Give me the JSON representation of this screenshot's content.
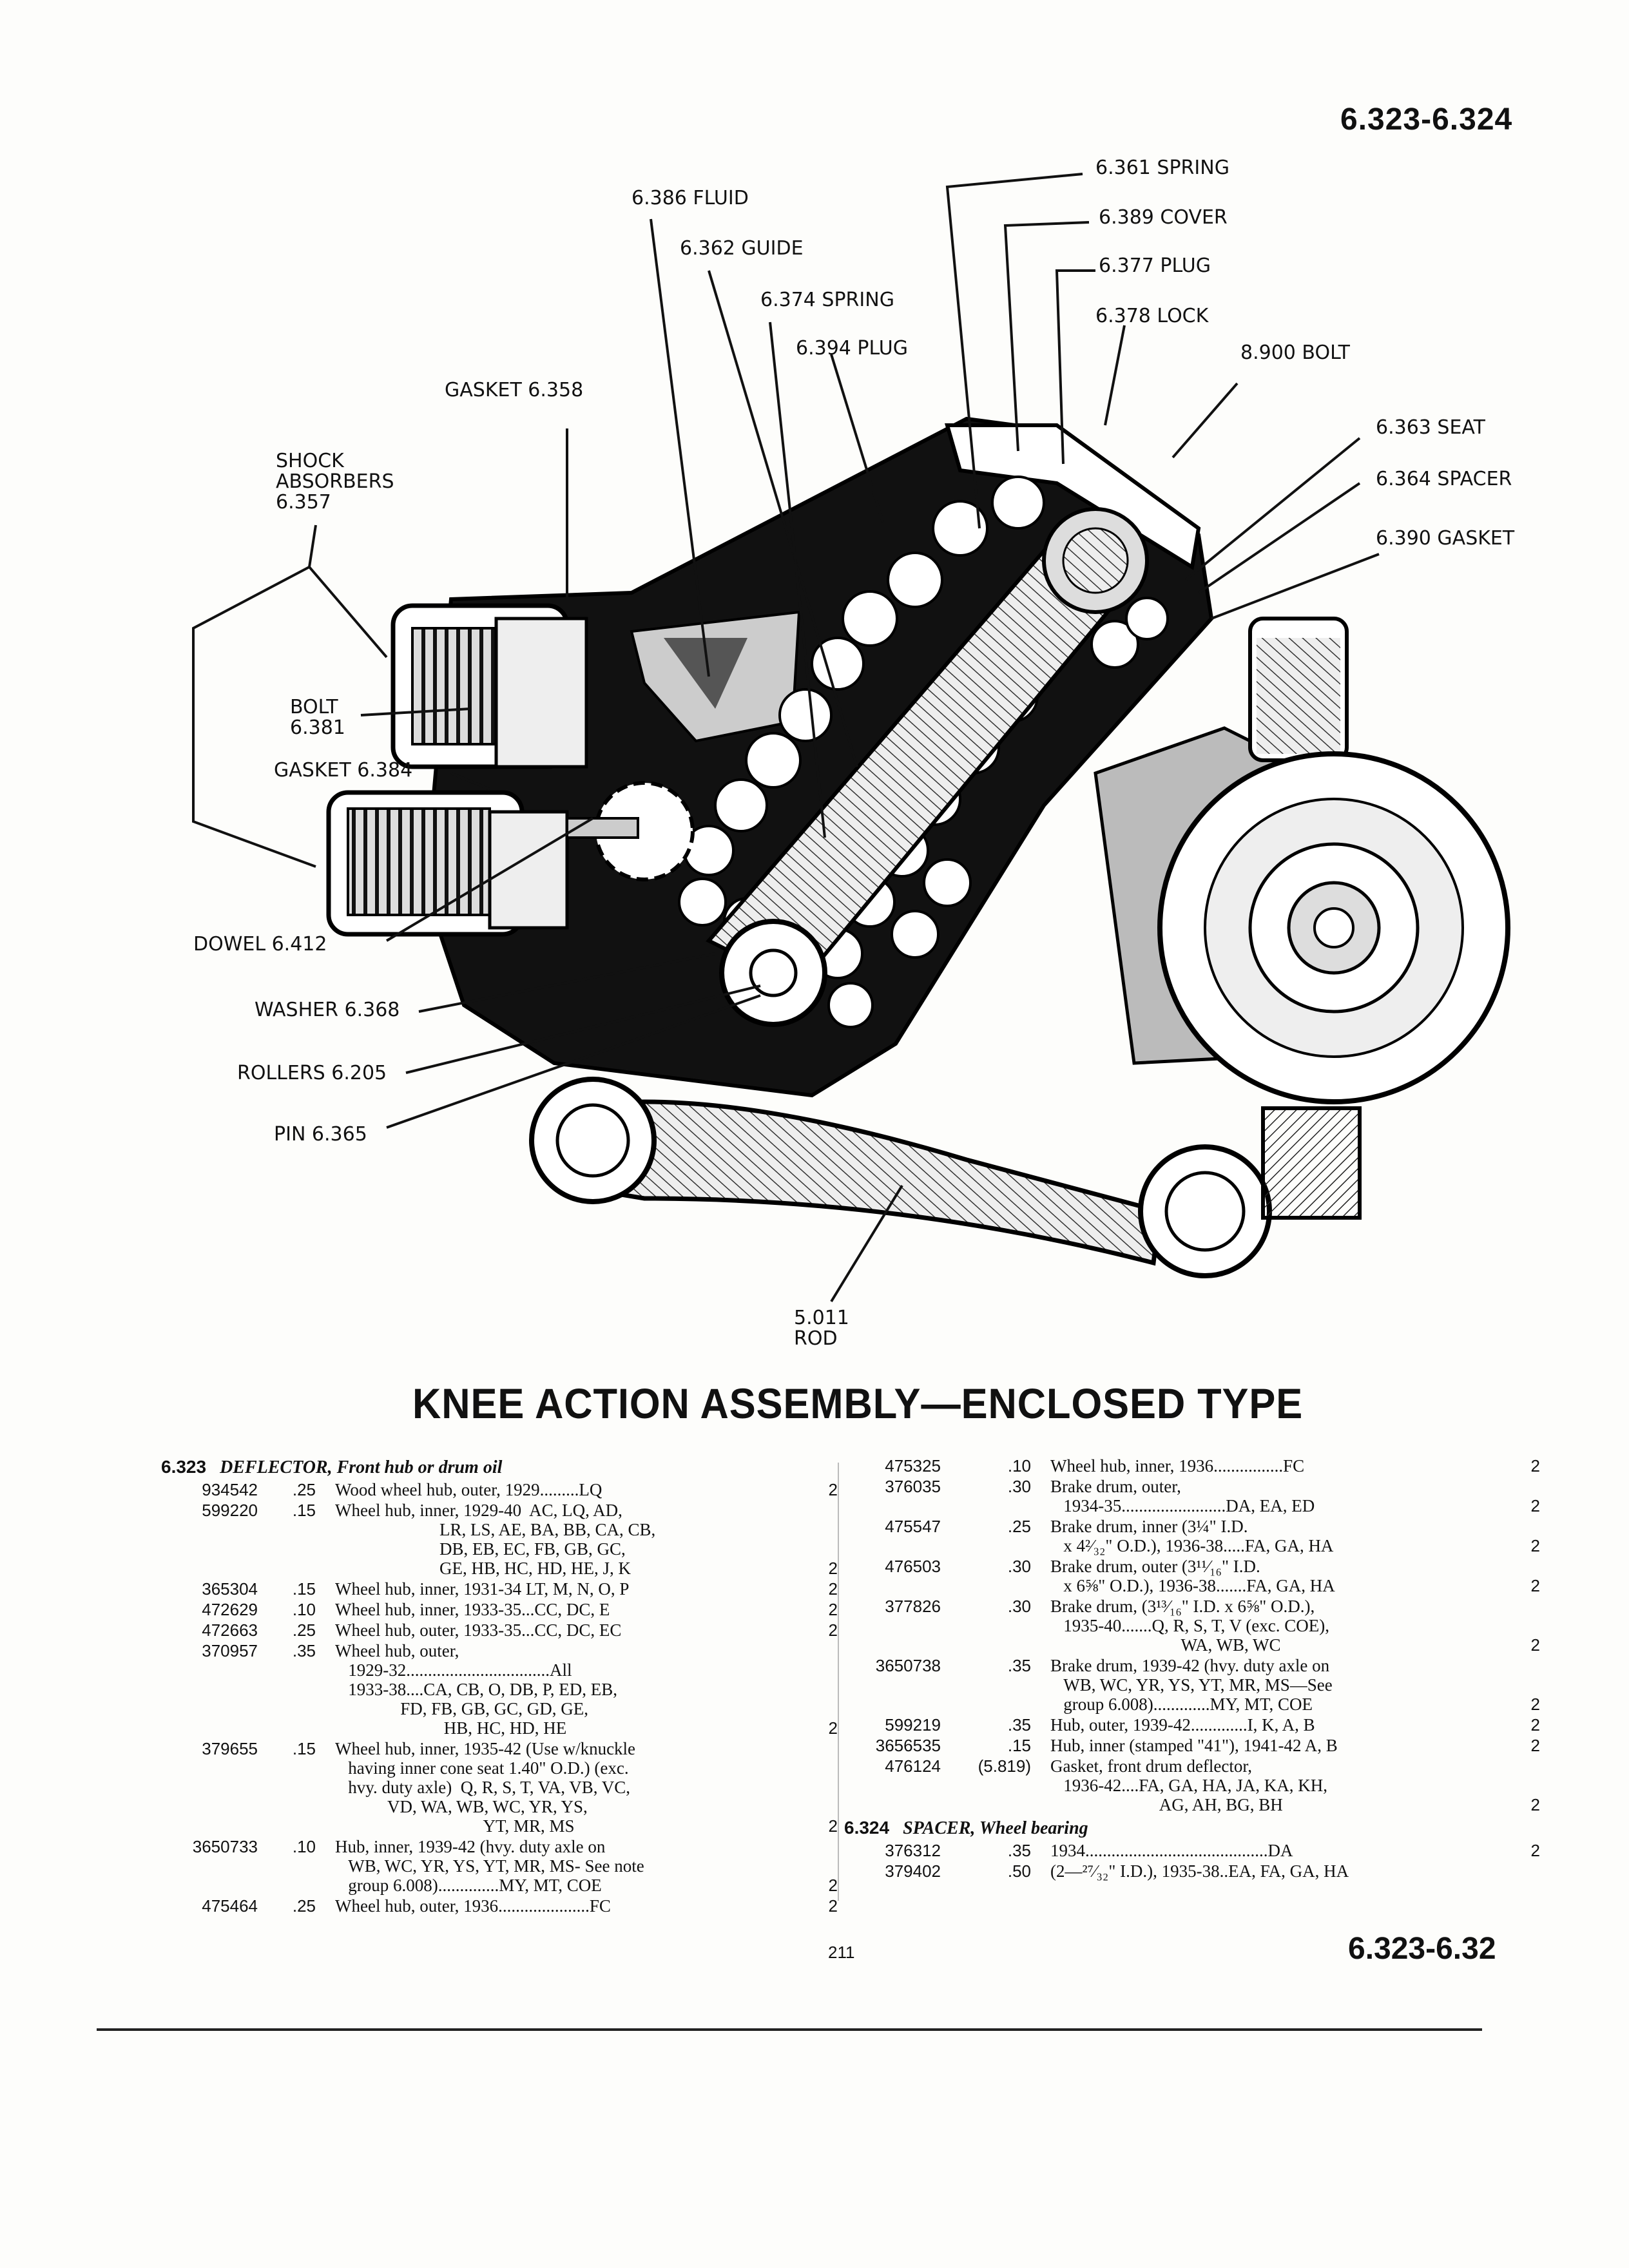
{
  "header": {
    "page_ref": "6.323-6.324"
  },
  "callouts": [
    {
      "id": "fluid",
      "text": "6.386 FLUID"
    },
    {
      "id": "guide",
      "text": "6.362 GUIDE"
    },
    {
      "id": "spring374",
      "text": "6.374 SPRING"
    },
    {
      "id": "plug394",
      "text": "6.394 PLUG"
    },
    {
      "id": "spring361",
      "text": "6.361 SPRING"
    },
    {
      "id": "cover",
      "text": "6.389 COVER"
    },
    {
      "id": "plug377",
      "text": "6.377 PLUG"
    },
    {
      "id": "lock",
      "text": "6.378 LOCK"
    },
    {
      "id": "bolt900",
      "text": "8.900 BOLT"
    },
    {
      "id": "seat",
      "text": "6.363 SEAT"
    },
    {
      "id": "spacer",
      "text": "6.364 SPACER"
    },
    {
      "id": "gasket390",
      "text": "6.390 GASKET"
    },
    {
      "id": "gasket358",
      "text": "GASKET 6.358"
    },
    {
      "id": "shock",
      "text": "SHOCK\nABSORBERS\n6.357"
    },
    {
      "id": "bolt381",
      "text": "BOLT\n6.381"
    },
    {
      "id": "gasket384",
      "text": "GASKET 6.384"
    },
    {
      "id": "dowel",
      "text": "DOWEL 6.412"
    },
    {
      "id": "washer",
      "text": "WASHER 6.368"
    },
    {
      "id": "rollers",
      "text": "ROLLERS 6.205"
    },
    {
      "id": "pin",
      "text": "PIN 6.365"
    },
    {
      "id": "rod",
      "text": "5.011\nROD"
    }
  ],
  "title": "KNEE ACTION ASSEMBLY—ENCLOSED TYPE",
  "sections": {
    "s6323": {
      "num": "6.323",
      "name": "DEFLECTOR, Front hub or drum oil"
    },
    "s6324": {
      "num": "6.324",
      "name": "SPACER, Wheel bearing"
    }
  },
  "left_rows": [
    {
      "pn": "934542",
      "price": ".25",
      "desc": "Wood wheel hub, outer, 1929.........LQ",
      "qty": "2"
    },
    {
      "pn": "599220",
      "price": ".15",
      "desc": "Wheel hub, inner, 1929-40  AC, LQ, AD,\n                        LR, LS, AE, BA, BB, CA, CB,\n                        DB, EB, EC, FB, GB, GC,\n                        GE, HB, HC, HD, HE, J, K",
      "qty": "2"
    },
    {
      "pn": "365304",
      "price": ".15",
      "desc": "Wheel hub, inner, 1931-34 LT, M, N, O, P",
      "qty": "2"
    },
    {
      "pn": "472629",
      "price": ".10",
      "desc": "Wheel hub, inner, 1933-35...CC, DC, E",
      "qty": "2"
    },
    {
      "pn": "472663",
      "price": ".25",
      "desc": "Wheel hub, outer, 1933-35...CC, DC, EC",
      "qty": "2"
    },
    {
      "pn": "370957",
      "price": ".35",
      "desc": "Wheel hub, outer,\n   1929-32.................................All\n   1933-38....CA, CB, O, DB, P, ED, EB,\n               FD, FB, GB, GC, GD, GE,\n                         HB, HC, HD, HE",
      "qty": "2"
    },
    {
      "pn": "379655",
      "price": ".15",
      "desc": "Wheel hub, inner, 1935-42 (Use w/knuckle\n   having inner cone seat 1.40\" O.D.) (exc.\n   hvy. duty axle)  Q, R, S, T, VA, VB, VC,\n            VD, WA, WB, WC, YR, YS,\n                                  YT, MR, MS",
      "qty": "2"
    },
    {
      "pn": "3650733",
      "price": ".10",
      "desc": "Hub, inner, 1939-42 (hvy. duty axle on\n   WB, WC, YR, YS, YT, MR, MS- See note\n   group 6.008)..............MY, MT, COE",
      "qty": "2"
    },
    {
      "pn": "475464",
      "price": ".25",
      "desc": "Wheel hub, outer, 1936.....................FC",
      "qty": "2"
    }
  ],
  "right_rows_a": [
    {
      "pn": "475325",
      "price": ".10",
      "desc": "Wheel hub, inner, 1936................FC",
      "qty": "2"
    },
    {
      "pn": "376035",
      "price": ".30",
      "desc": "Brake drum, outer,\n   1934-35........................DA, EA, ED",
      "qty": "2"
    },
    {
      "pn": "475547",
      "price": ".25",
      "desc": "Brake drum, inner (3¼\" I.D.\n   x 4²⁄₃₂\" O.D.), 1936-38.....FA, GA, HA",
      "qty": "2"
    },
    {
      "pn": "476503",
      "price": ".30",
      "desc": "Brake drum, outer (3¹¹⁄₁₆\" I.D.\n   x 6⅝\" O.D.), 1936-38.......FA, GA, HA",
      "qty": "2"
    },
    {
      "pn": "377826",
      "price": ".30",
      "desc": "Brake drum, (3¹³⁄₁₆\" I.D. x 6⅝\" O.D.),\n   1935-40.......Q, R, S, T, V (exc. COE),\n                              WA, WB, WC",
      "qty": "2"
    },
    {
      "pn": "3650738",
      "price": ".35",
      "desc": "Brake drum, 1939-42 (hvy. duty axle on\n   WB, WC, YR, YS, YT, MR, MS—See\n   group 6.008).............MY, MT, COE",
      "qty": "2"
    },
    {
      "pn": "599219",
      "price": ".35",
      "desc": "Hub, outer, 1939-42.............I, K, A, B",
      "qty": "2"
    },
    {
      "pn": "3656535",
      "price": ".15",
      "desc": "Hub, inner (stamped \"41\"), 1941-42 A, B",
      "qty": "2"
    },
    {
      "pn": "476124",
      "price": "(5.819)",
      "desc": "Gasket, front drum deflector,\n   1936-42....FA, GA, HA, JA, KA, KH,\n                         AG, AH, BG, BH",
      "qty": "2"
    }
  ],
  "right_rows_b": [
    {
      "pn": "376312",
      "price": ".35",
      "desc": "1934..........................................DA",
      "qty": "2"
    },
    {
      "pn": "379402",
      "price": ".50",
      "desc": "(2—²⁷⁄₃₂\" I.D.), 1935-38..EA, FA, GA, HA",
      "qty": ""
    }
  ],
  "footer": {
    "folio": "211",
    "page_ref": "6.323-6.32"
  }
}
